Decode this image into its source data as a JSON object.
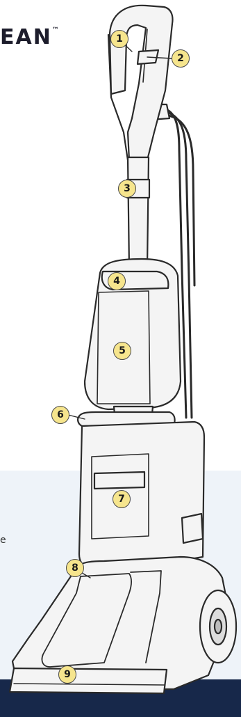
{
  "brand": {
    "text": "EAN",
    "trademark": "™"
  },
  "edge_text": "e",
  "callouts": [
    {
      "id": "c1",
      "label": "1"
    },
    {
      "id": "c2",
      "label": "2"
    },
    {
      "id": "c3",
      "label": "3"
    },
    {
      "id": "c4",
      "label": "4"
    },
    {
      "id": "c5",
      "label": "5"
    },
    {
      "id": "c6",
      "label": "6"
    },
    {
      "id": "c7",
      "label": "7"
    },
    {
      "id": "c8",
      "label": "8"
    },
    {
      "id": "c9",
      "label": "9"
    }
  ],
  "colors": {
    "device_fill": "#f4f4f4",
    "outline": "#2a2a2a",
    "callout_fill": "#f6e58d",
    "panel_bg": "#eef3f9",
    "footer_bg": "#17284a"
  }
}
